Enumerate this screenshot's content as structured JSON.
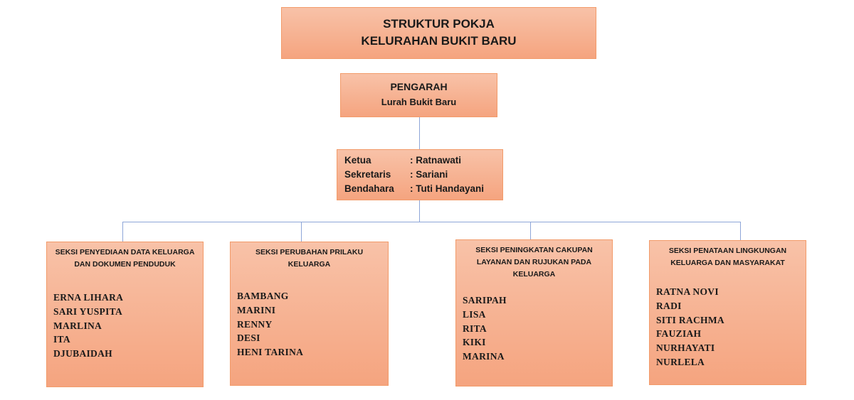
{
  "title": {
    "line1": "STRUKTUR POKJA",
    "line2": "KELURAHAN BUKIT BARU"
  },
  "pengarah": {
    "label": "PENGARAH",
    "name": "Lurah Bukit Baru"
  },
  "pengurus": [
    {
      "role": "Ketua",
      "name": ": Ratnawati"
    },
    {
      "role": "Sekretaris",
      "name": ": Sariani"
    },
    {
      "role": "Bendahara",
      "name": ": Tuti Handayani"
    }
  ],
  "seksi": [
    {
      "title": "SEKSI PENYEDIAAN DATA KELUARGA DAN DOKUMEN PENDUDUK",
      "members": [
        "ERNA LIHARA",
        "SARI YUSPITA",
        "MARLINA",
        "ITA",
        "DJUBAIDAH"
      ]
    },
    {
      "title": "SEKSI PERUBAHAN PRILAKU KELUARGA",
      "members": [
        "BAMBANG",
        "MARINI",
        "RENNY",
        "DESI",
        "HENI TARINA"
      ]
    },
    {
      "title": "SEKSI PENINGKATAN CAKUPAN LAYANAN DAN RUJUKAN PADA KELUARGA",
      "members": [
        "SARIPAH",
        "LISA",
        "RITA",
        "KIKI",
        "MARINA"
      ]
    },
    {
      "title": "SEKSI PENATAAN LINGKUNGAN KELUARGA DAN MASYARAKAT",
      "members": [
        "RATNA NOVI",
        "RADI",
        "SITI RACHMA",
        "FAUZIAH",
        "NURHAYATI",
        "NURLELA"
      ]
    }
  ]
}
